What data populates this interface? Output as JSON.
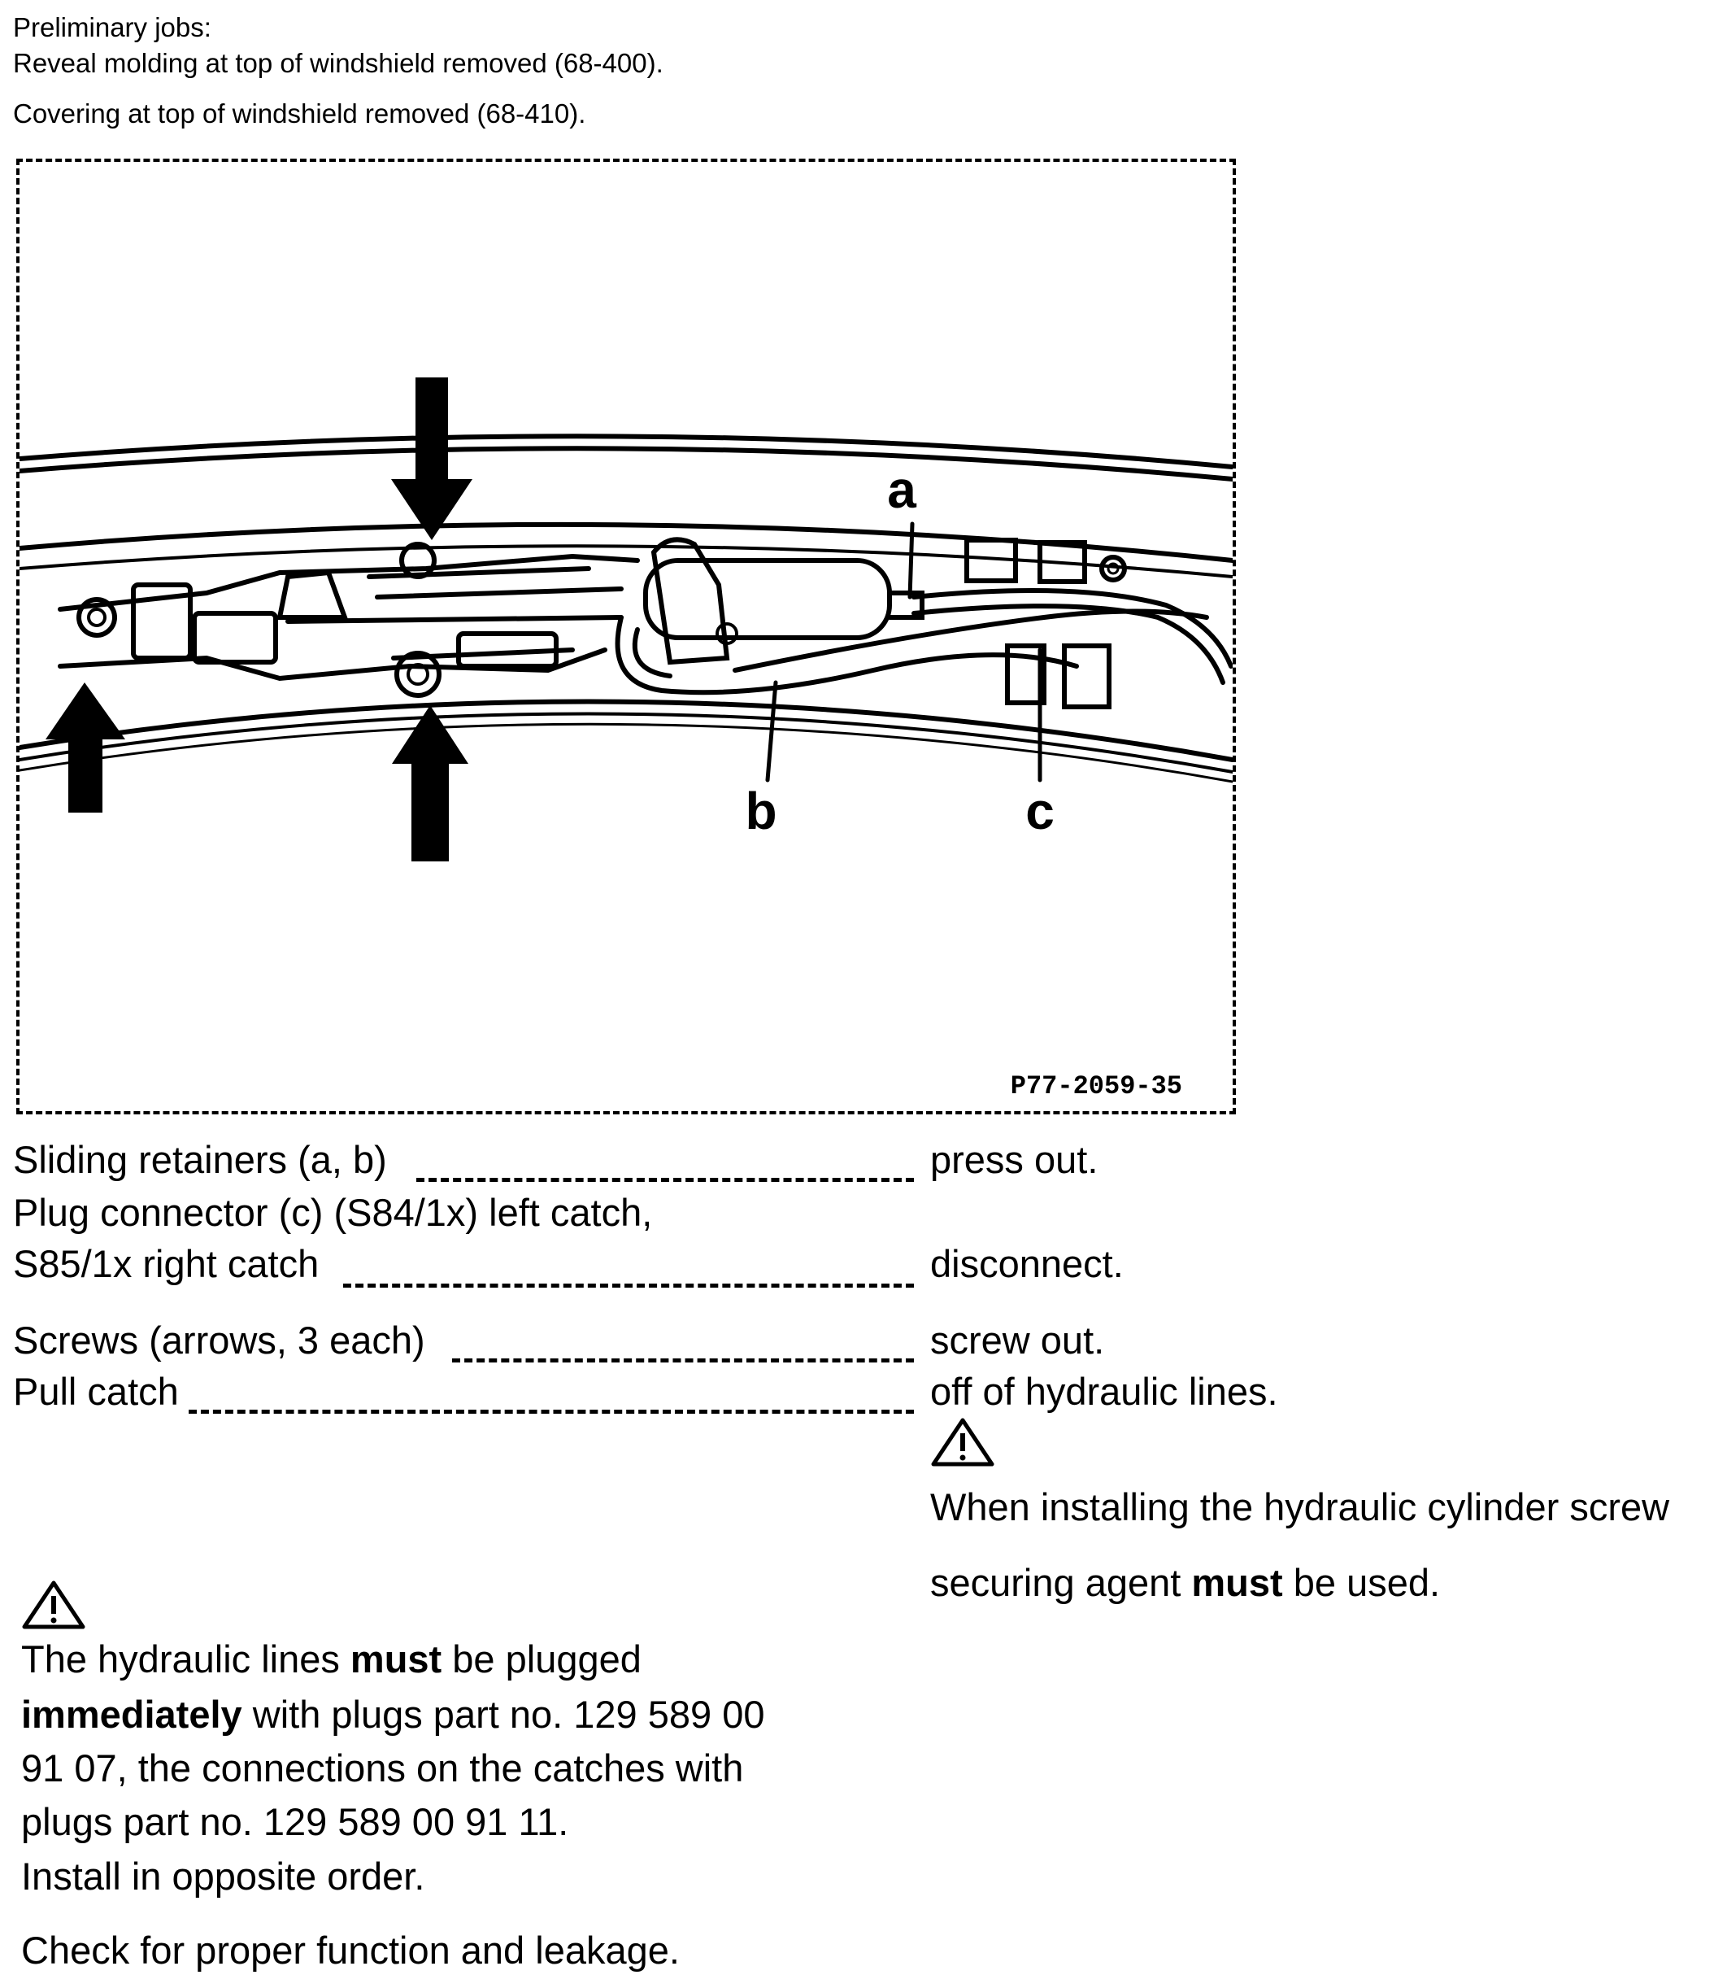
{
  "preliminary": {
    "heading": "Preliminary jobs:",
    "line1": "Reveal molding at top of windshield removed (68-400).",
    "line2": "Covering at top of windshield removed (68-410)."
  },
  "figure": {
    "callouts": {
      "a": "a",
      "b": "b",
      "c": "c"
    },
    "code": "P77-2059-35"
  },
  "steps": [
    {
      "item": "Sliding retainers (a, b)",
      "action": "press out."
    },
    {
      "item_line1": "Plug connector (c) (S84/1x) left catch,",
      "item": "S85/1x right catch",
      "action": "disconnect."
    },
    {
      "item": "Screws (arrows, 3 each)",
      "action": "screw out."
    },
    {
      "item": "Pull catch",
      "action": "off of hydraulic lines."
    }
  ],
  "note_right": {
    "line1": "When installing the hydraulic cylinder screw",
    "line2_pre": "securing agent",
    "line2_bold": "must",
    "line2_post": "be used."
  },
  "note_left": {
    "l1_pre": "The hydraulic lines",
    "l1_bold": "must",
    "l1_post": "be plugged",
    "l2_bold": "immediately",
    "l2_post": "with plugs part no. 129 589 00",
    "l3": "91 07, the connections on the catches with",
    "l4": "plugs part no. 129 589 00 91 11.",
    "l5": "Install in opposite order.",
    "l6": "Check for proper function and leakage."
  }
}
